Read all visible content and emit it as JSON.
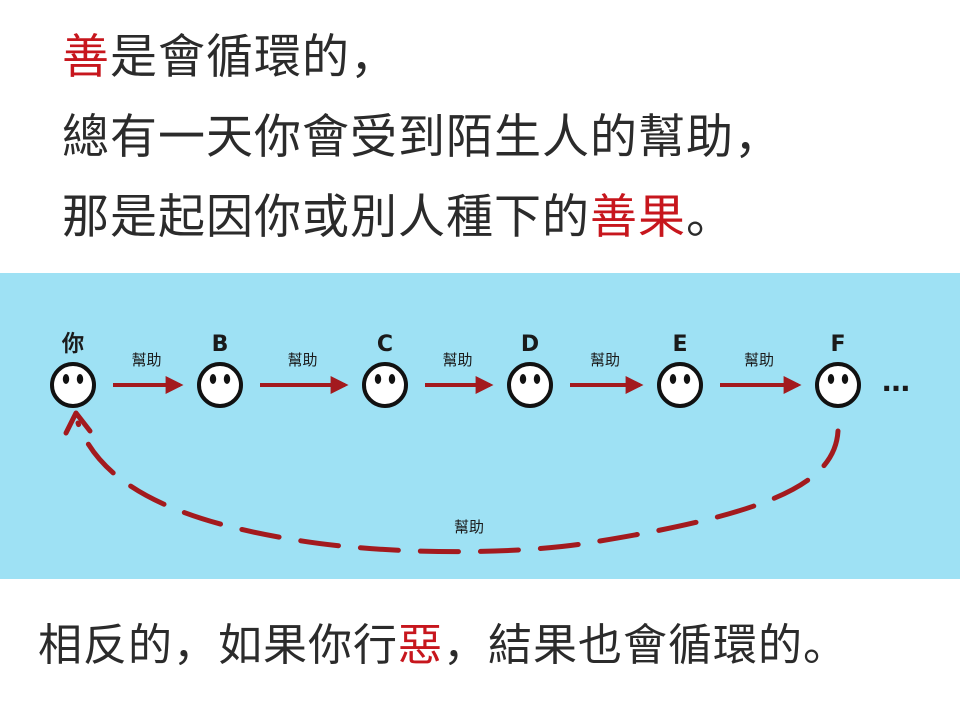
{
  "heading": {
    "line1": {
      "accent": "善",
      "rest": "是會循環的，"
    },
    "line2": "總有一天你會受到陌生人的幫助，",
    "line3": {
      "before": "那是起因你或別人種下的",
      "accent": "善果",
      "after": "。"
    }
  },
  "diagram": {
    "nodes": [
      "你",
      "B",
      "C",
      "D",
      "E",
      "F"
    ],
    "forward_label": "幫助",
    "ellipsis": "…",
    "return_label": "幫助"
  },
  "footer": {
    "before": "相反的，如果你行",
    "accent": "惡",
    "after": "，結果也會循環的。"
  },
  "colors": {
    "panel": "#9ee1f4",
    "accent": "#c7161d",
    "arrow": "#a31a1e",
    "text": "#2b2b2b"
  }
}
